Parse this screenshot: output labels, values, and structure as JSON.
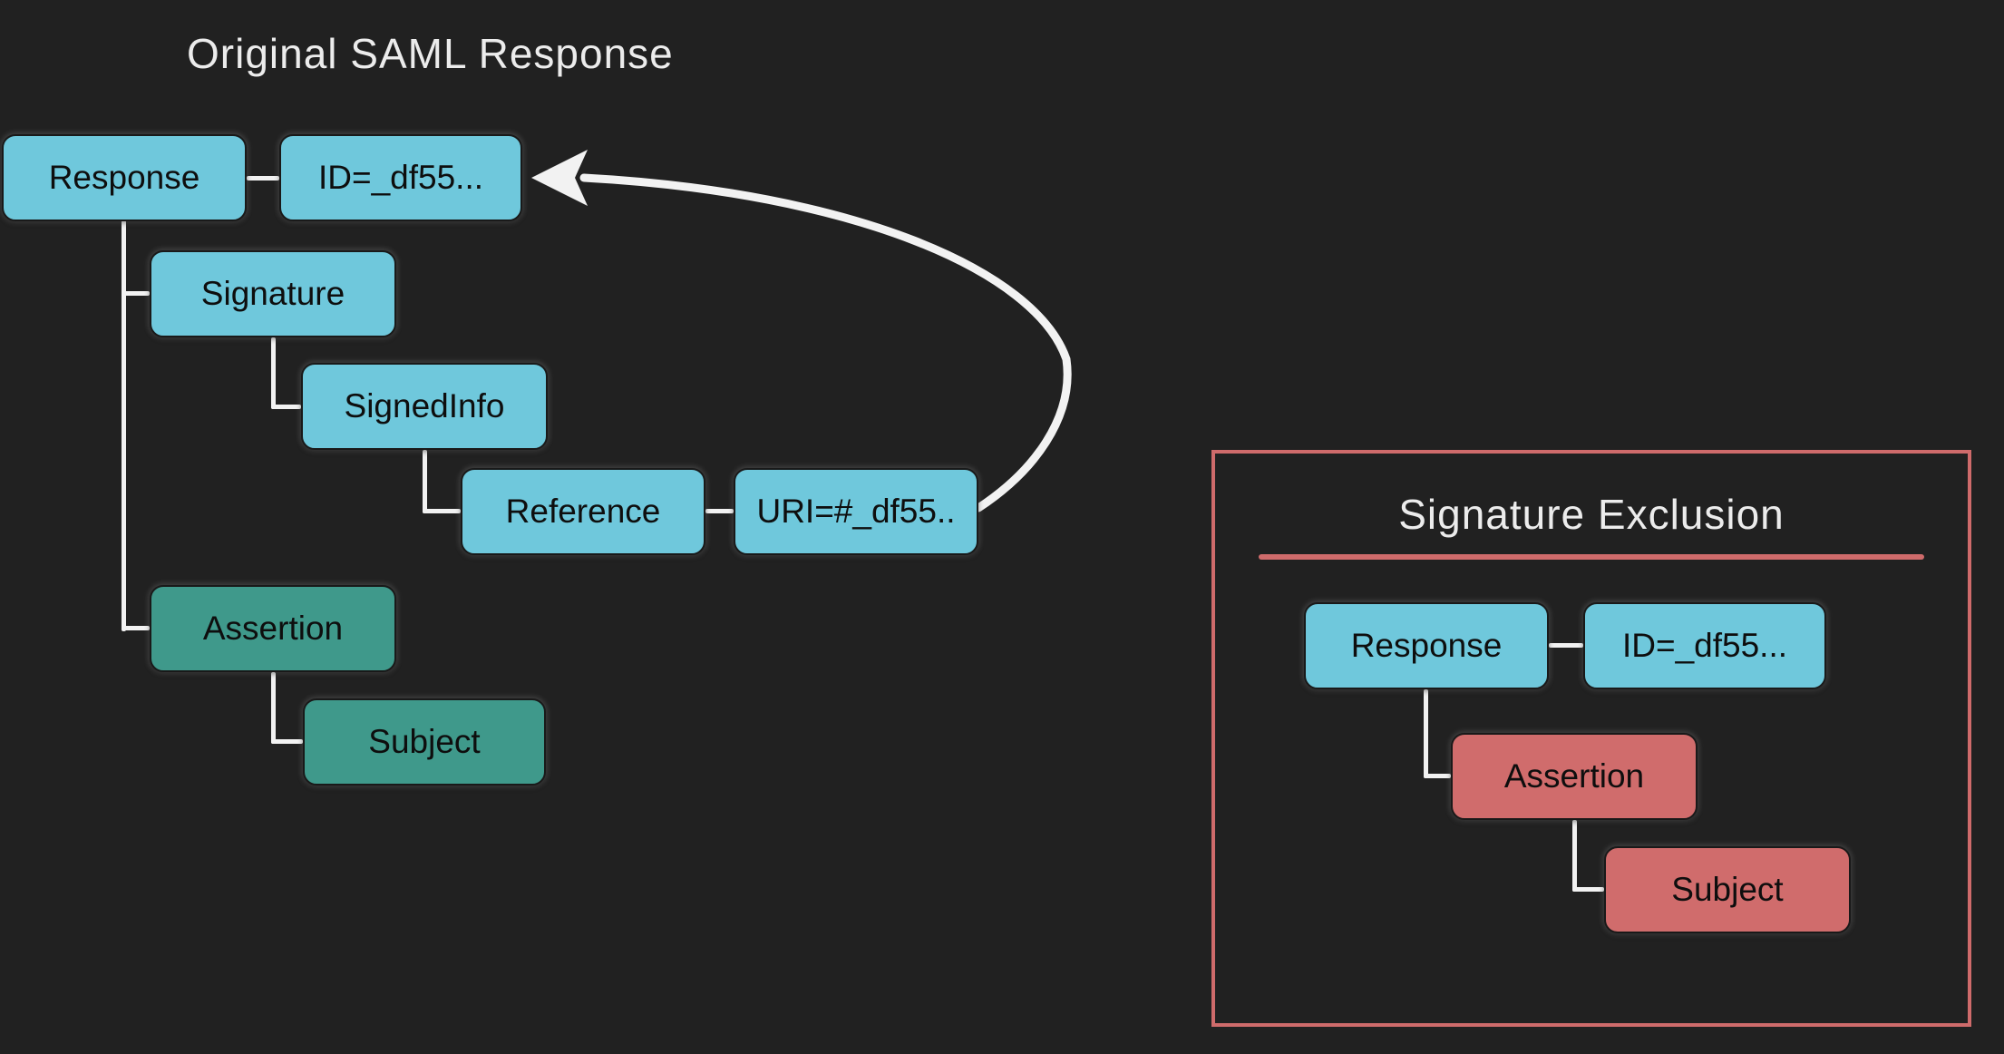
{
  "background": "#212121",
  "colors": {
    "node_cyan": "#6FC8DC",
    "node_teal": "#3F998B",
    "node_salmon": "#D06C6C",
    "panel_border": "#CF6B6B",
    "connector_line": "#F2F2F2",
    "node_text": "#0E0E0E",
    "title_text": "#ECECEC"
  },
  "left_diagram": {
    "title": "Original SAML Response",
    "nodes": [
      {
        "label": "Response"
      },
      {
        "label": "ID=_df55..."
      },
      {
        "label": "Signature"
      },
      {
        "label": "SignedInfo"
      },
      {
        "label": "Reference"
      },
      {
        "label": "URI=#_df55.."
      },
      {
        "label": "Assertion"
      },
      {
        "label": "Subject"
      }
    ]
  },
  "right_panel": {
    "title": "Signature Exclusion",
    "nodes": [
      {
        "label": "Response"
      },
      {
        "label": "ID=_df55..."
      },
      {
        "label": "Assertion"
      },
      {
        "label": "Subject"
      }
    ]
  }
}
